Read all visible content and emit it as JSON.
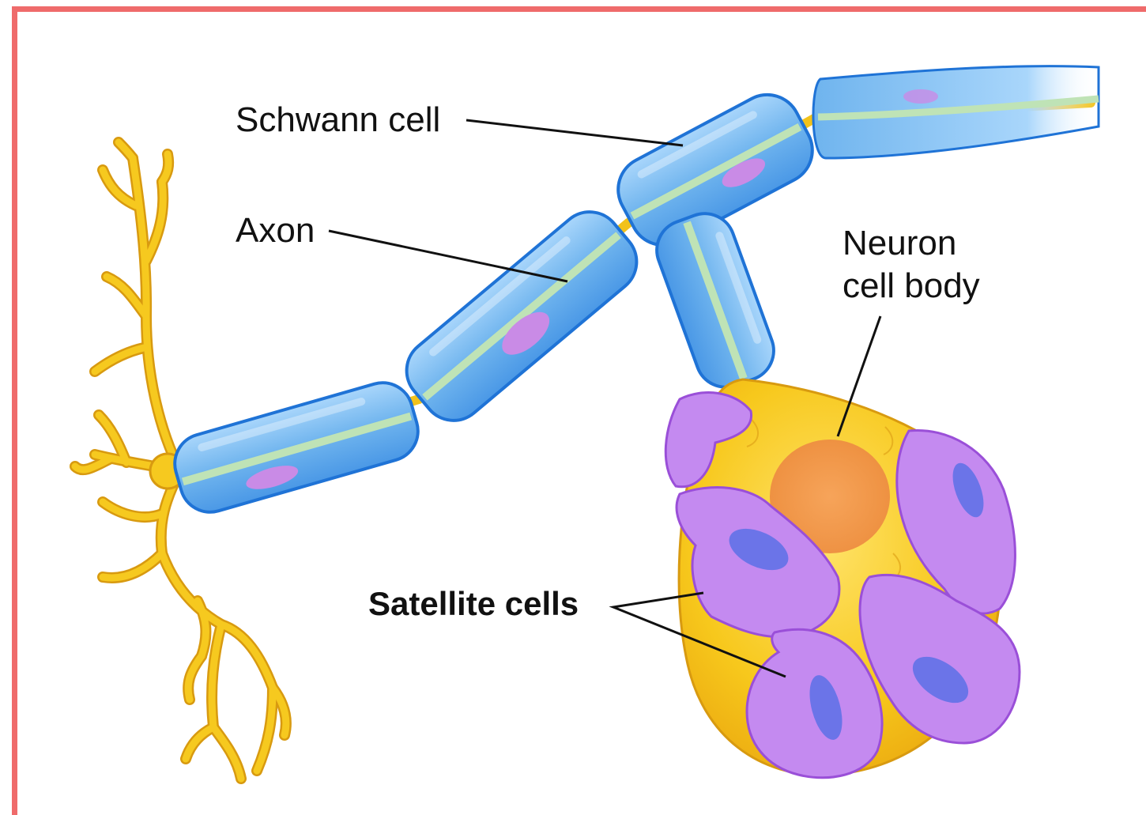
{
  "labels": {
    "schwann_cell": "Schwann cell",
    "axon": "Axon",
    "neuron_line1": "Neuron",
    "neuron_line2": "cell body",
    "satellite_cells": "Satellite cells"
  },
  "colors": {
    "frame": "#ef6b6b",
    "dendrite": "#f6c91f",
    "dendrite_outline": "#d89a10",
    "schwann": "#6fb4ee",
    "schwann_outline": "#1f73d6",
    "axon_core": "#bfe3b6",
    "schwann_nucleus": "#c98be6",
    "cell_body": "#f7c81c",
    "nucleus": "#f0924a",
    "satellite": "#c48af0",
    "satellite_outline": "#9a4fd8",
    "satellite_nucleus": "#6b74e8",
    "leader_line": "#111111"
  }
}
